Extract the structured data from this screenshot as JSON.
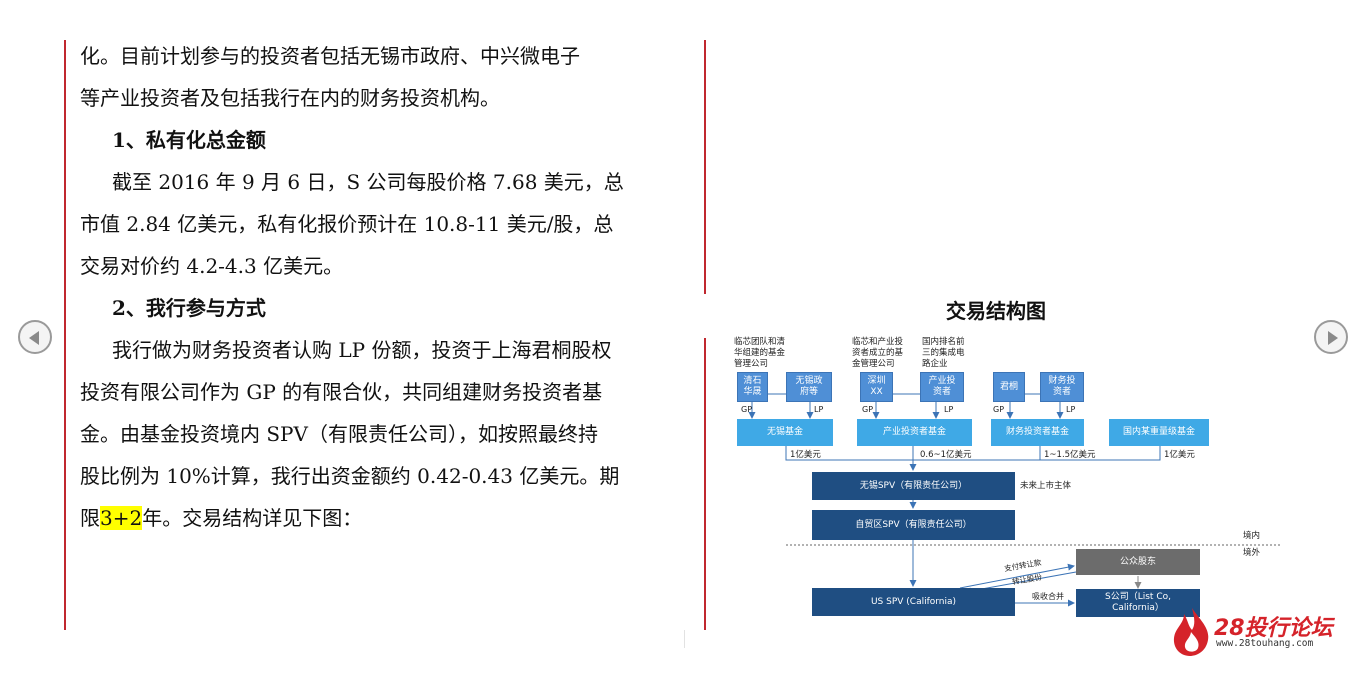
{
  "left_page": {
    "lines": [
      "化。目前计划参与的投资者包括无锡市政府、中兴微电子",
      "等产业投资者及包括我行在内的财务投资机构。",
      "1、私有化总金额",
      "截至 2016 年 9 月 6 日，S 公司每股价格 7.68 美元，总",
      "市值 2.84 亿美元，私有化报价预计在 10.8-11 美元/股，总",
      "交易对价约 4.2-4.3 亿美元。",
      "2、我行参与方式",
      "我行做为财务投资者认购 LP 份额，投资于上海君桐股权",
      "投资有限公司作为 GP 的有限合伙，共同组建财务投资者基",
      "金。由基金投资境内 SPV（有限责任公司），如按照最终持",
      "股比例为 10%计算，我行出资金额约 0.42-0.43 亿美元。期"
    ],
    "last_line": {
      "prefix": "限",
      "highlight": "3+2",
      "suffix": "年。交易结构详见下图："
    }
  },
  "right_page": {
    "figure_title": "交易结构图",
    "notes": {
      "note1": "临芯团队和清\n华组建的基金\n管理公司",
      "note2": "临芯和产业投\n资者成立的基\n金管理公司",
      "note3": "国内排名前\n三的集成电\n路企业"
    },
    "small_boxes": [
      "清石\n华晟",
      "无锡政\n府等",
      "深圳\nXX",
      "产业投\n资者",
      "君桐",
      "财务投\n资者"
    ],
    "gp_label": "GP",
    "lp_label": "LP",
    "funds": [
      "无锡基金",
      "产业投资者基金",
      "财务投资者基金",
      "国内某重量级基金"
    ],
    "amounts": [
      "1亿美元",
      "0.6~1亿美元",
      "1~1.5亿美元",
      "1亿美元"
    ],
    "spv1": "无锡SPV（有限责任公司）",
    "spv1_note": "未来上市主体",
    "spv2": "自贸区SPV（有限责任公司）",
    "domestic": "境内",
    "overseas": "境外",
    "public_shareholders": "公众股东",
    "us_spv": "US SPV (California)",
    "s_company": "S公司（List Co,\nCalifornia）",
    "arrow_pay": "支付转让款",
    "arrow_transfer": "转让股份",
    "arrow_merge": "吸收合并"
  },
  "logo": {
    "text": "28投行论坛",
    "url": "www.28touhang.com"
  },
  "colors": {
    "accent_red": "#c0282f",
    "fund_blue": "#3fa9e6",
    "spv_navy": "#1f4e82",
    "small_box_blue": "#4f8fd6",
    "highlight": "#ffff00"
  }
}
